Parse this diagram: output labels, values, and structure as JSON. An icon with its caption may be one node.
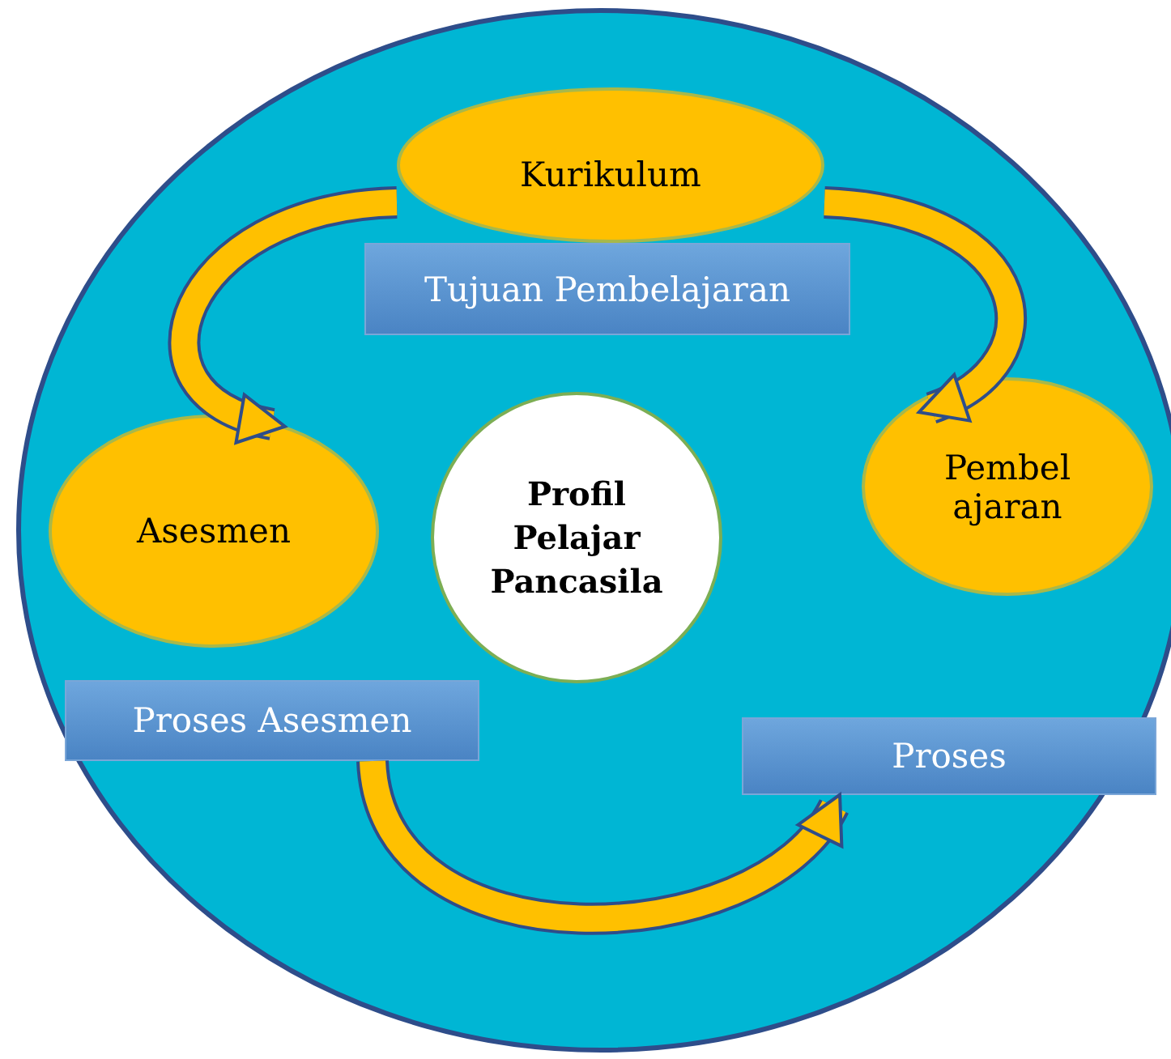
{
  "diagram": {
    "nodes": [
      {
        "text": [],
        "shape": "circle"
      },
      {
        "text": [
          "Kurikulum"
        ],
        "in": 0
      },
      {
        "text": [
          "Tujuan Pembelajaran"
        ],
        "in": 0
      },
      {
        "text": [
          "Asesmen"
        ],
        "in": 0
      },
      {
        "text": [
          "Pembel ajaran"
        ],
        "in": 0
      },
      {
        "text": [
          "Profil Pelajar Pancasila"
        ],
        "in": 0
      },
      {
        "text": [
          "Proses Asesmen"
        ],
        "in": 0
      },
      {
        "text": [
          "Proses"
        ],
        "in": 0
      }
    ],
    "edges": [
      {
        "from": 1,
        "to": 3,
        "arrow": "to"
      },
      {
        "from": 1,
        "to": 4,
        "arrow": "to"
      },
      {
        "from": 6,
        "to": 7,
        "arrow": "to"
      }
    ]
  }
}
